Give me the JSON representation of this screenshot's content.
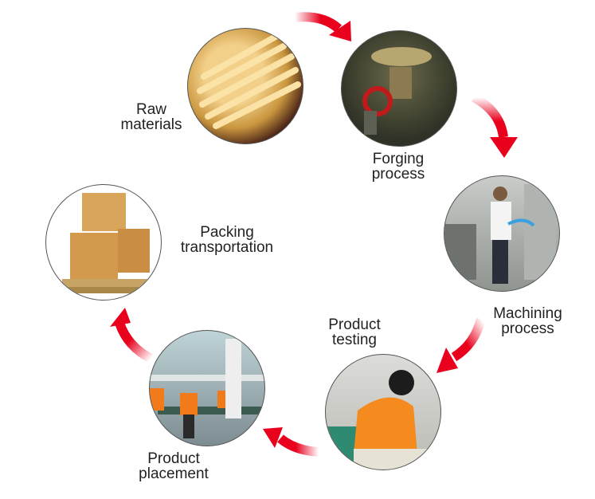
{
  "title": "Production process flow",
  "steps": [
    {
      "id": "raw",
      "label_line1": "Raw",
      "label_line2": "materials",
      "icon": "brass-rods-photo"
    },
    {
      "id": "forging",
      "label_line1": "Forging",
      "label_line2": "process",
      "icon": "valve-forging-photo"
    },
    {
      "id": "machining",
      "label_line1": "Machining",
      "label_line2": "process",
      "icon": "machining-worker-photo"
    },
    {
      "id": "testing",
      "label_line1": "Product",
      "label_line2": "testing",
      "icon": "testing-worker-photo"
    },
    {
      "id": "placement",
      "label_line1": "Product",
      "label_line2": "placement",
      "icon": "assembly-line-photo"
    },
    {
      "id": "packing",
      "label_line1": "Packing",
      "label_line2": "transportation",
      "icon": "boxes-pallet-photo"
    }
  ],
  "colors": {
    "arrow": "#e8001c",
    "text": "#222222"
  }
}
